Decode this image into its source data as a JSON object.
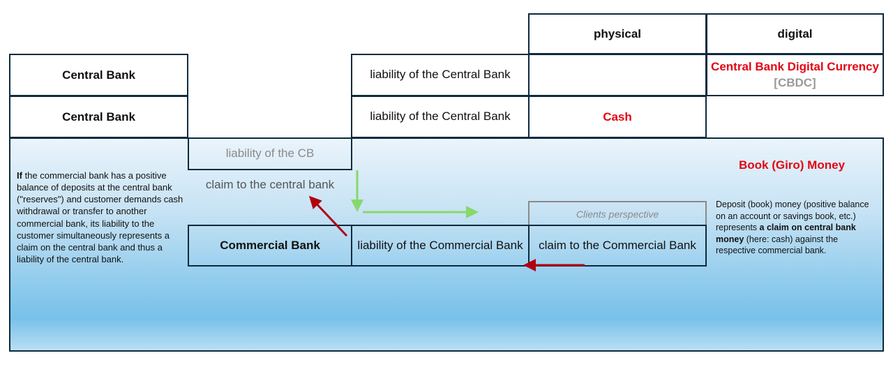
{
  "header": {
    "physical": "physical",
    "digital": "digital"
  },
  "rows": {
    "cbdc_row": {
      "issuer": "Central Bank",
      "liability": "liability of the Central Bank",
      "digital_main": "Central Bank Digital Currency",
      "digital_tag": "[CBDC]"
    },
    "cash_row": {
      "issuer": "Central Bank",
      "liability": "liability of the Central Bank",
      "physical": "Cash"
    }
  },
  "book_money": {
    "title": "Book (Giro) Money",
    "liability_cb": "liability of the CB",
    "claim_cb": "claim to the central bank",
    "commercial_bank": "Commercial Bank",
    "liability_commercial": "liability of the Commercial Bank",
    "clients_perspective": "Clients perspective",
    "claim_commercial": "claim to the Commercial Bank"
  },
  "left_note": {
    "bold": "If",
    "text": " the commercial bank has a positive balance of deposits at the central bank (\"reserves\") and customer demands cash withdrawal or transfer to another commercial bank, its liability to the customer simultaneously represents a claim on the central bank and thus a liability of the central bank."
  },
  "right_note": {
    "text1": "Deposit (book) money (positive balance on an account or savings book, etc.) represents ",
    "bold": "a claim on central bank money",
    "text2": " (here: cash) against the respective commercial bank."
  },
  "colors": {
    "red": "#e30613",
    "border": "#0d2a3d",
    "arrow_red": "#b00010",
    "arrow_green": "#86d96a",
    "grey_text": "#9a9a9a"
  }
}
